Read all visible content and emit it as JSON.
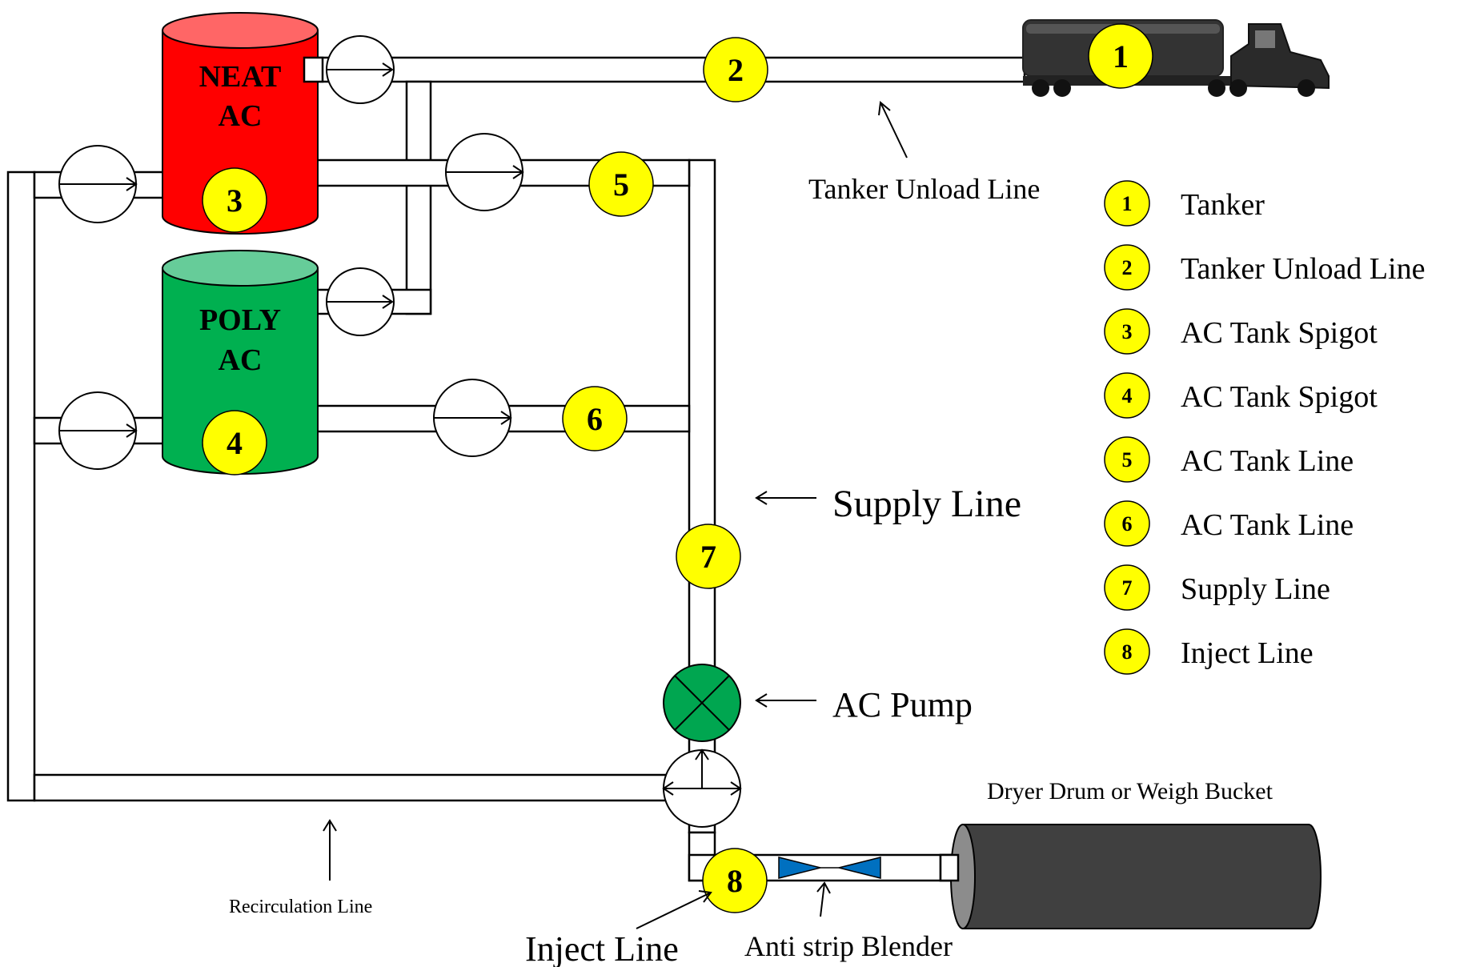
{
  "tanks": {
    "neat": {
      "line1": "NEAT",
      "line2": "AC",
      "color_body": "#ff0000",
      "color_top": "#ff6666"
    },
    "poly": {
      "line1": "POLY",
      "line2": "AC",
      "color_body": "#00b050",
      "color_top": "#66cc99"
    }
  },
  "badges": {
    "b1": "1",
    "b2": "2",
    "b3": "3",
    "b4": "4",
    "b5": "5",
    "b6": "6",
    "b7": "7",
    "b8": "8"
  },
  "labels": {
    "tanker_unload_line": "Tanker Unload Line",
    "supply_line": "Supply Line",
    "ac_pump": "AC Pump",
    "dryer_drum": "Dryer Drum or Weigh Bucket",
    "recirculation_line": "Recirculation Line",
    "inject_line": "Inject Line",
    "anti_strip_blender": "Anti strip Blender"
  },
  "legend": [
    {
      "num": "1",
      "text": "Tanker"
    },
    {
      "num": "2",
      "text": "Tanker Unload Line"
    },
    {
      "num": "3",
      "text": "AC Tank Spigot"
    },
    {
      "num": "4",
      "text": "AC Tank Spigot"
    },
    {
      "num": "5",
      "text": "AC Tank Line"
    },
    {
      "num": "6",
      "text": "AC Tank Line"
    },
    {
      "num": "7",
      "text": "Supply Line"
    },
    {
      "num": "8",
      "text": "Inject Line"
    }
  ],
  "colors": {
    "badge": "#ffff00",
    "pump": "#00a650",
    "blender": "#0070c0",
    "drum": "#404040",
    "truck": "#333333"
  },
  "icons": {
    "truck": "tanker-truck-icon",
    "pump": "pump-icon",
    "blender": "blender-valve-icon",
    "drum": "dryer-drum-icon"
  }
}
